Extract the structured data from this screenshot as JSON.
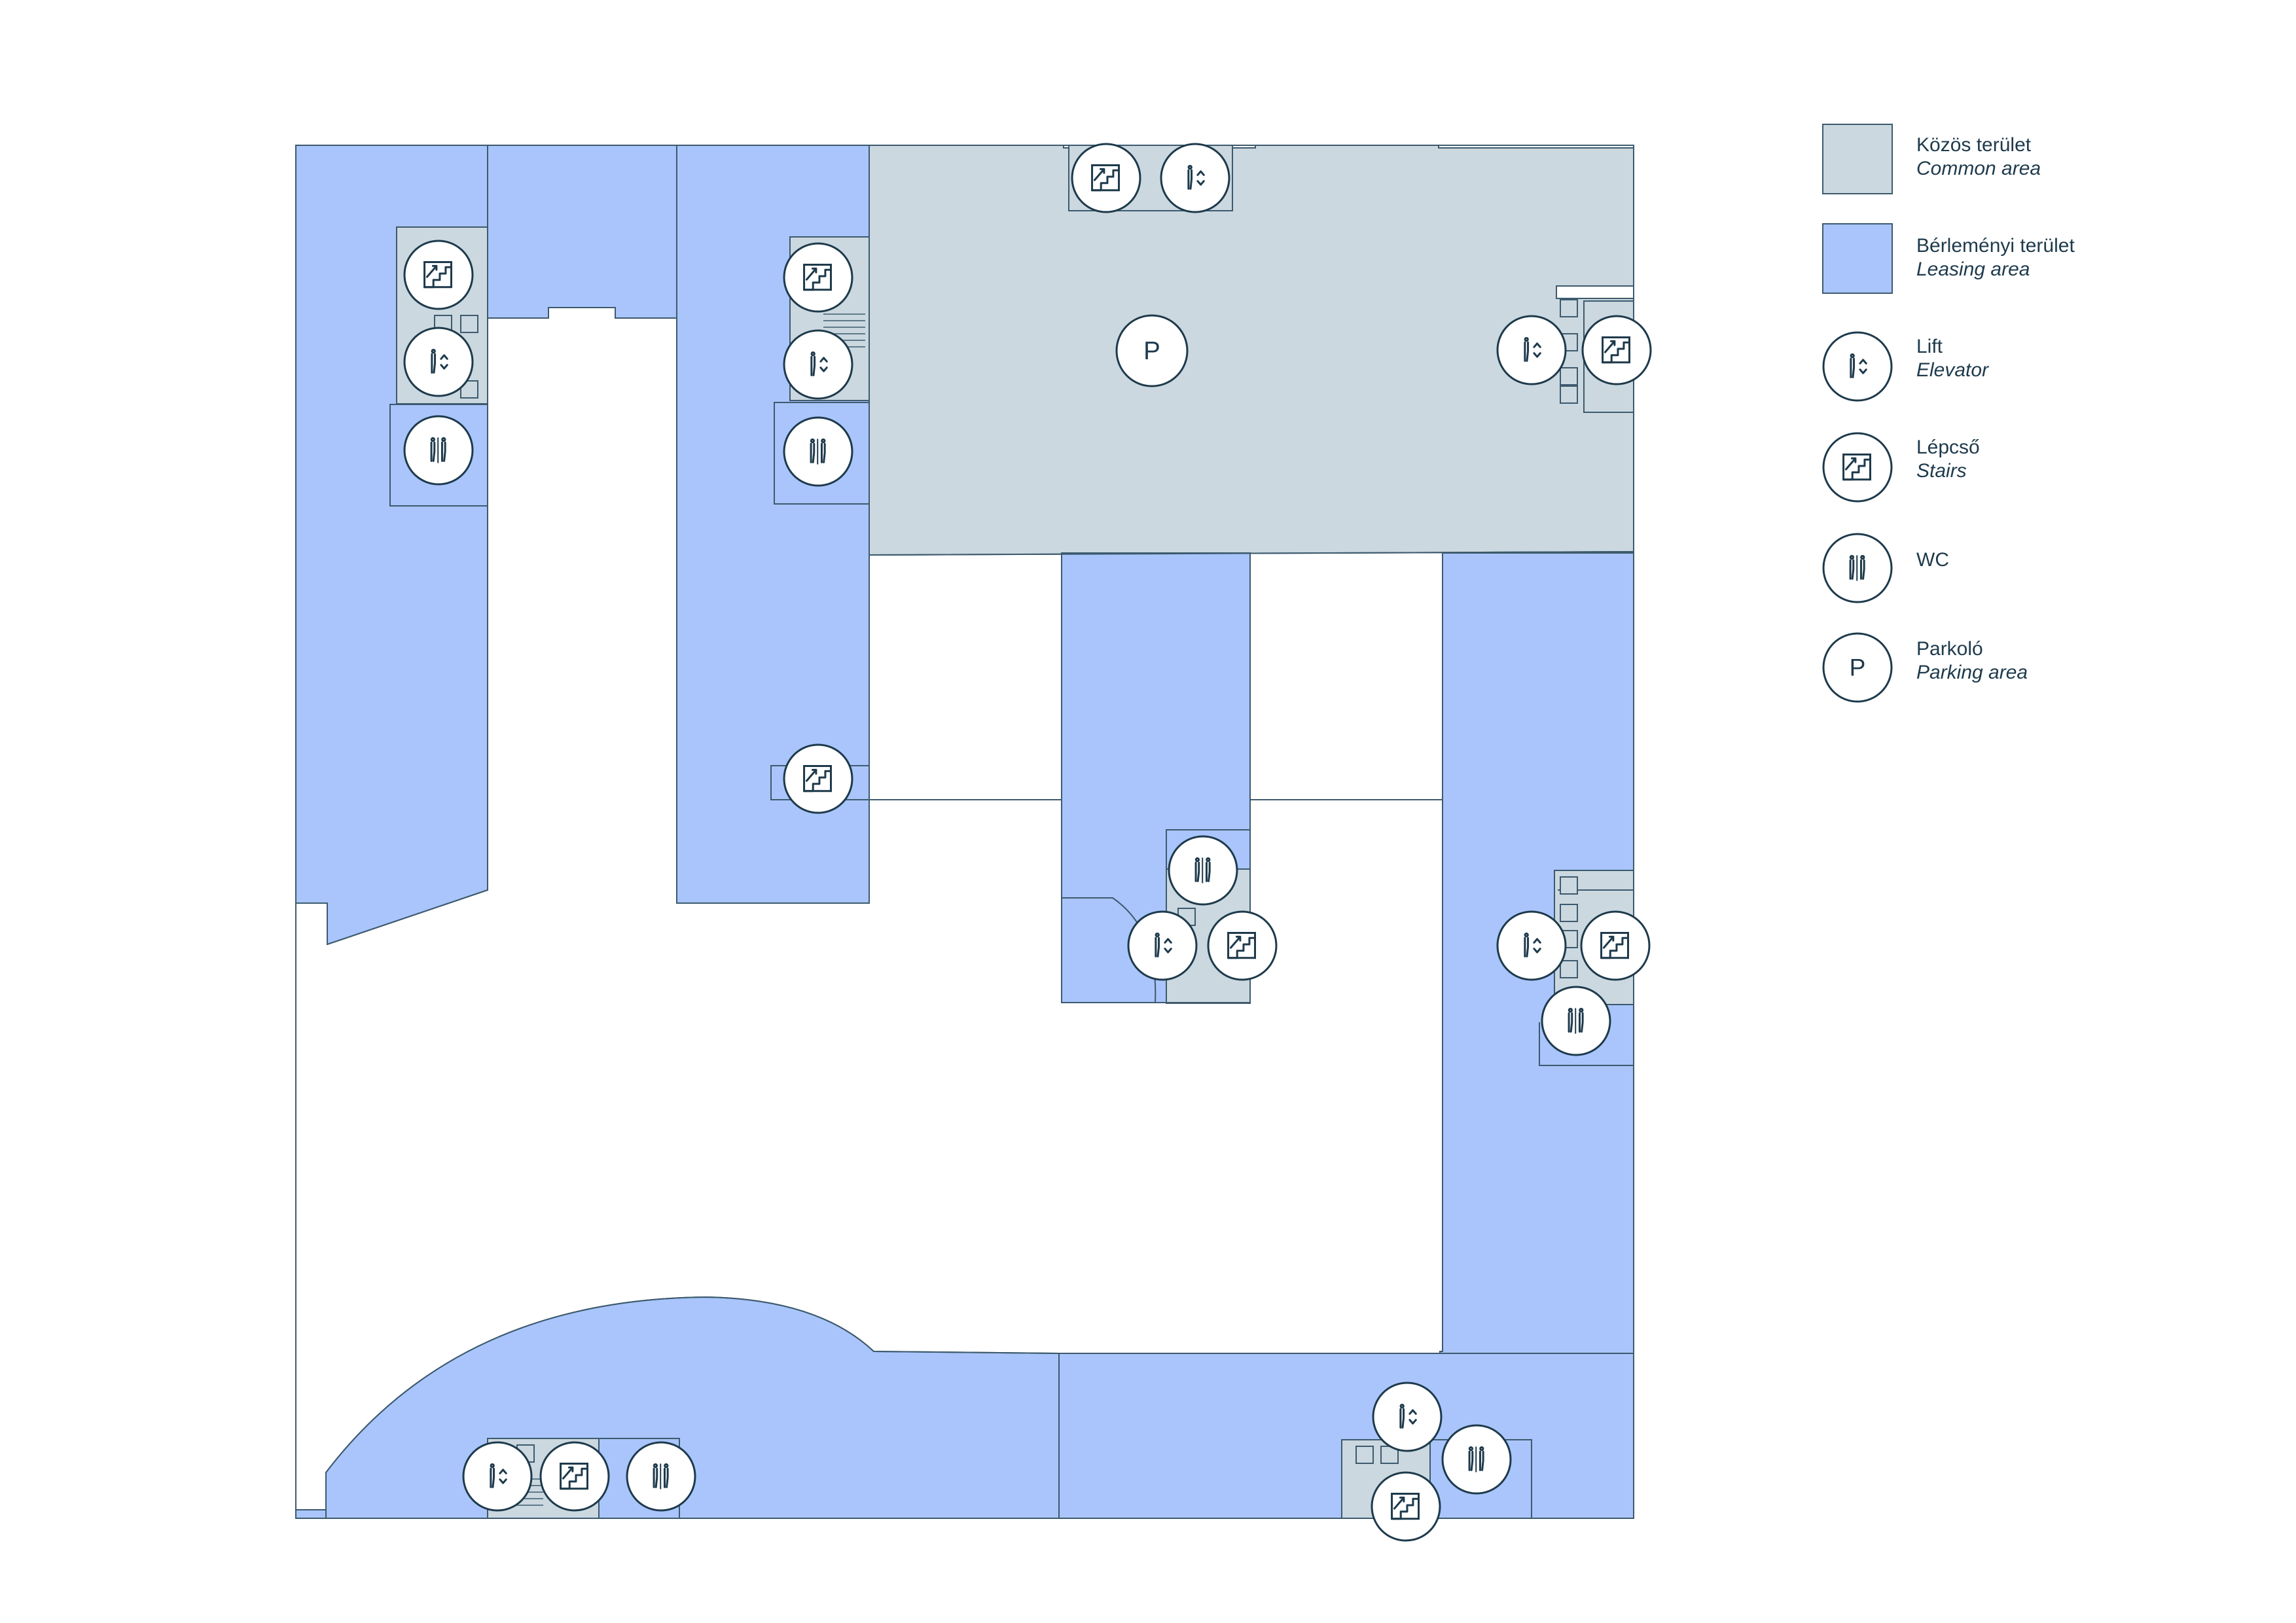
{
  "colors": {
    "common_area": "#cbd8df",
    "leasing_area": "#a9c5fb",
    "outline": "#3d5a6e",
    "icon_stroke": "#1e3a4c"
  },
  "legend": [
    {
      "hu": "Közös terület",
      "en": "Common area",
      "swatch": "common_area"
    },
    {
      "hu": "Bérleményi terület",
      "en": "Leasing area",
      "swatch": "leasing_area"
    },
    {
      "hu": "Lift",
      "en": "Elevator",
      "icon": "elevator-icon"
    },
    {
      "hu": "Lépcső",
      "en": "Stairs",
      "icon": "stairs-icon"
    },
    {
      "hu": "WC",
      "en": "",
      "icon": "wc-icon"
    },
    {
      "hu": "Parkoló",
      "en": "Parking area",
      "icon": "parking-icon"
    }
  ],
  "parking_symbol": "P",
  "map_markers": [
    {
      "type": "stairs"
    },
    {
      "type": "elevator"
    },
    {
      "type": "wc"
    },
    {
      "type": "stairs"
    },
    {
      "type": "elevator"
    },
    {
      "type": "wc"
    },
    {
      "type": "stairs"
    },
    {
      "type": "stairs"
    },
    {
      "type": "elevator"
    },
    {
      "type": "parking"
    },
    {
      "type": "elevator"
    },
    {
      "type": "stairs"
    },
    {
      "type": "wc"
    },
    {
      "type": "elevator"
    },
    {
      "type": "stairs"
    },
    {
      "type": "elevator"
    },
    {
      "type": "stairs"
    },
    {
      "type": "wc"
    },
    {
      "type": "elevator"
    },
    {
      "type": "stairs"
    },
    {
      "type": "wc"
    },
    {
      "type": "elevator"
    },
    {
      "type": "wc"
    },
    {
      "type": "stairs"
    }
  ]
}
